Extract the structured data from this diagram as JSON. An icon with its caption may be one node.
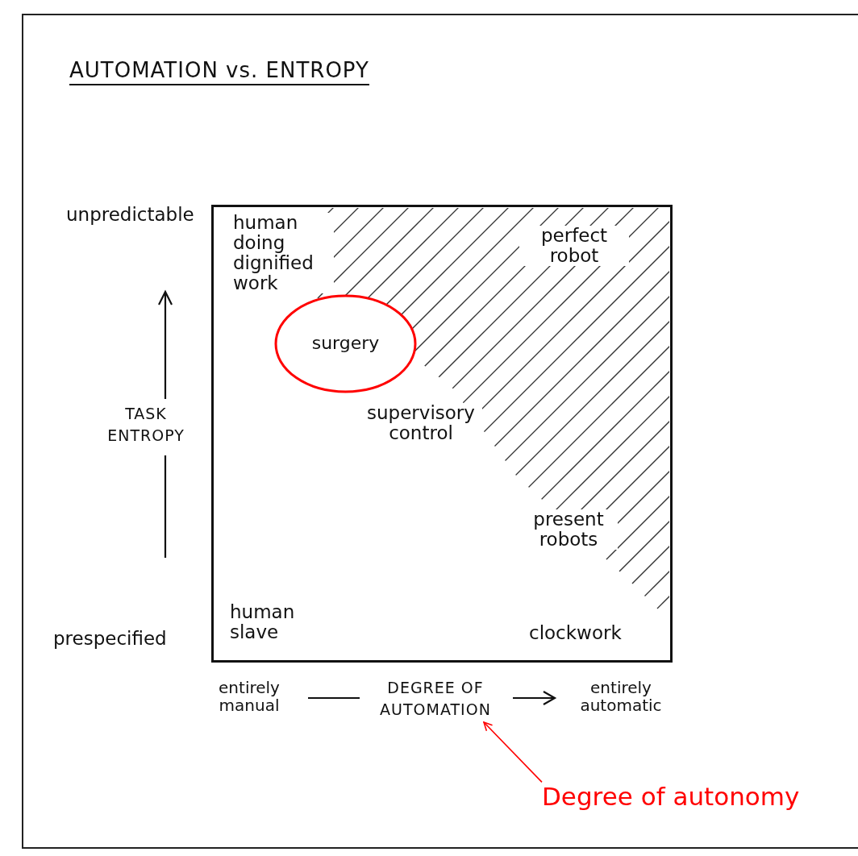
{
  "diagram": {
    "title": "AUTOMATION vs. ENTROPY",
    "nodes": [
      {
        "text": [],
        "shape": "box"
      },
      {
        "text": [
          "surgery"
        ],
        "in": 0
      },
      {
        "text": [
          "DEGREE OF AUTOMATION"
        ]
      },
      {
        "text": [
          "Degree of autonomy"
        ]
      }
    ],
    "edges": [
      {
        "from": 3,
        "to": 2,
        "arrow": "to",
        "color": "#ff0000"
      }
    ],
    "labels": [
      "unpredictable",
      "human doing dignified work",
      "perfect robot",
      "supervisory control",
      "TASK ENTROPY",
      "present robots",
      "prespecified",
      "human slave",
      "clockwork",
      "entirely manual",
      "entirely automatic"
    ]
  }
}
